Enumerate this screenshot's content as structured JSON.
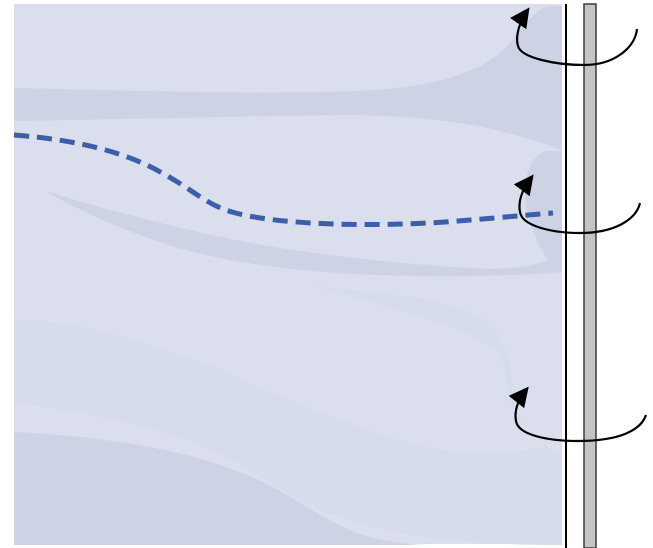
{
  "diagram": {
    "colors": {
      "background": "#ffffff",
      "flow_base": "#dadeed",
      "flow_shadow": "#cdd3e5",
      "dashed_line": "#3c5fa7",
      "wall_outline": "#000000",
      "wall_gray": "#c4c4c4",
      "arrow": "#000000"
    },
    "regions": [
      {
        "name": "upper-flow-band"
      },
      {
        "name": "middle-flow-band"
      },
      {
        "name": "lower-flow-band"
      }
    ],
    "dashed_path": {
      "style": "dashed"
    },
    "arrows": [
      {
        "name": "upper-curved-arrow"
      },
      {
        "name": "middle-curved-arrow"
      },
      {
        "name": "lower-curved-arrow"
      }
    ],
    "wall": {
      "elements": [
        {
          "name": "inner-wall-line"
        },
        {
          "name": "outer-wall-strip"
        }
      ]
    }
  }
}
